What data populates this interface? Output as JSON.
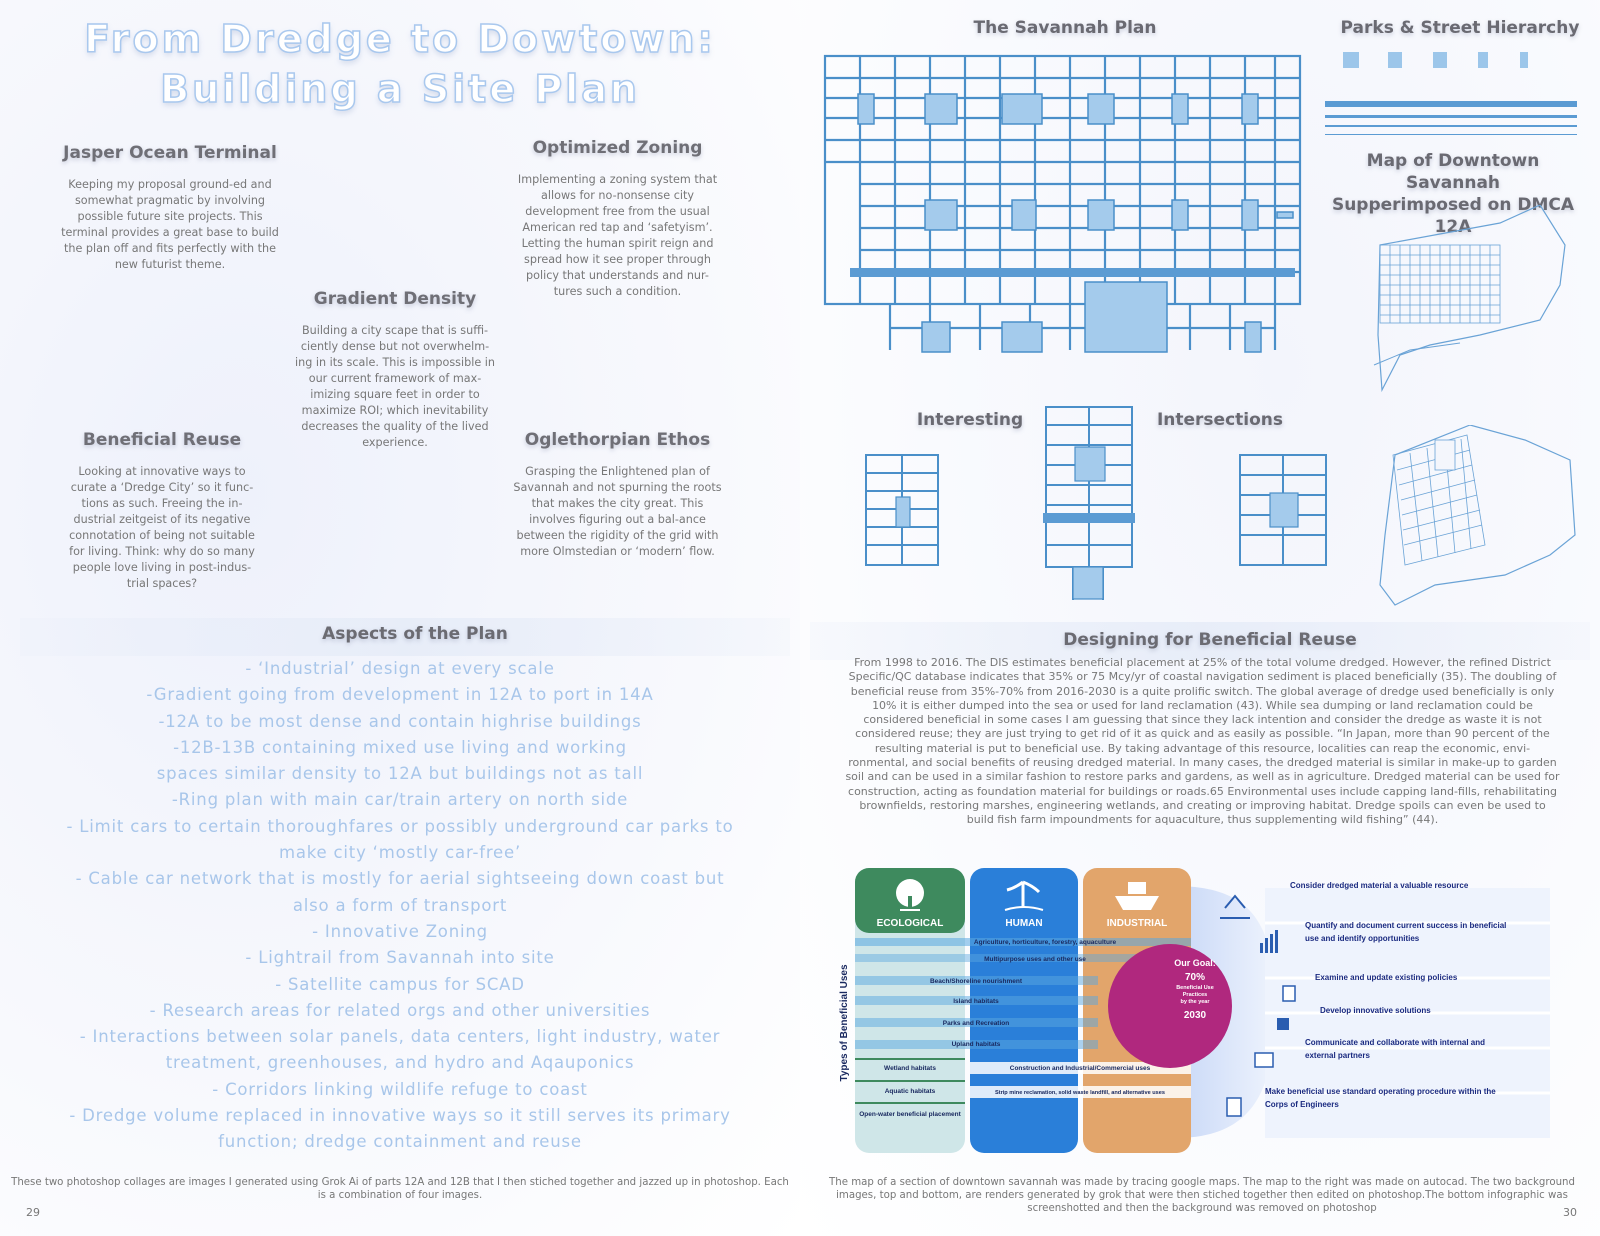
{
  "left_page": {
    "title": "From Dredge to Dowtown: Building a Site Plan",
    "blurbs": {
      "jasper": {
        "heading": "Jasper Ocean Terminal",
        "body": "Keeping my proposal ground-ed and somewhat pragmatic by involving possible future site projects. This terminal provides a great base to build the plan off and fits perfectly with the new futurist theme."
      },
      "zoning": {
        "heading": "Optimized Zoning",
        "body": "Implementing a zoning system that allows for no-nonsense city development free from the usual American red tap and ‘safetyism’. Letting the human spirit reign and spread how it see proper through policy that understands and nur-tures such a condition."
      },
      "gradient": {
        "heading": "Gradient Density",
        "body": "Building a city scape that is suffi-ciently dense but not overwhelm-ing in its scale. This is impossible in our current framework of max-imizing square feet in order to maximize ROI; which inevitability decreases the quality of the lived experience."
      },
      "reuse": {
        "heading": "Beneficial Reuse",
        "body": "Looking at innovative ways to curate a ‘Dredge City’ so it func-tions as such. Freeing the in-dustrial zeitgeist of its negative connotation of being not suitable for living. Think: why do so many people love living in post-indus-trial spaces?"
      },
      "ethos": {
        "heading": "Oglethorpian Ethos",
        "body": "Grasping the Enlightened plan of Savannah and not spurning the roots that makes the city great. This involves figuring out a bal-ance between the rigidity of the grid with more Olmstedian or ‘modern’ flow."
      }
    },
    "aspects_heading": "Aspects of the Plan",
    "aspects": [
      "- ‘Industrial’ design at every scale",
      "-Gradient going from development in 12A to port in 14A",
      "-12A to be most dense and contain highrise buildings",
      "-12B-13B containing mixed use living and working",
      "spaces similar density to 12A but buildings not as tall",
      "-Ring plan with main car/train artery on north side",
      "- Limit cars to certain thoroughfares or possibly underground car parks to",
      "make city ‘mostly car-free’",
      "- Cable car network that is mostly for aerial sightseeing down coast but",
      "also a form of transport",
      "- Innovative Zoning",
      "- Lightrail from Savannah into site",
      "- Satellite campus for SCAD",
      "- Research areas for related orgs and other universities",
      "- Interactions between solar panels, data centers, light industry, water",
      "treatment, greenhouses, and hydro and Aqauponics",
      "- Corridors linking wildlife refuge to coast",
      "- Dredge volume replaced in innovative ways so it still serves its primary",
      "function; dredge containment and reuse"
    ],
    "footnote": "These two photoshop collages are images I generated using Grok Ai of parts 12A and 12B that I then stiched together and jazzed up in photoshop. Each is a combination of four images.",
    "page_number": "29"
  },
  "right_page": {
    "savannah_plan_heading": "The Savannah Plan",
    "hierarchy_heading": "Parks & Street Hierarchy",
    "map_heading_line1": "Map of Downtown Savannah",
    "map_heading_line2": "Supperimposed on DMCA 12A",
    "interesting_label": "Interesting",
    "intersections_label": "Intersections",
    "reuse_heading": "Designing for Beneficial Reuse",
    "reuse_text": "From 1998 to 2016. The DIS estimates beneficial placement at 25% of the total volume dredged. However, the refined District Specific/QC database indicates that 35% or 75 Mcy/yr of coastal navigation sediment is placed beneficially (35). The doubling of beneficial reuse from 35%-70% from 2016-2030 is a quite prolific switch. The global average of dredge used beneficially is only 10% it is either dumped into the sea or used for land reclamation (43). While sea dumping or land reclamation could be considered beneficial in some cases I am guessing that since they lack intention and consider the dredge as waste it is not considered reuse; they are just trying to get rid of it as quick and as easily as possible. “In Japan, more than 90 percent of the resulting material is put to beneficial use. By taking advantage of this resource, localities can reap the economic, envi-ronmental, and social benefits of reusing dredged material.  In many cases, the dredged material is similar in make-up to garden soil and can be used in a similar fashion to restore parks and gardens, as well as in agriculture. Dredged material can be used for construction, acting as foundation material for buildings or roads.65 Environmental uses include capping land-fills, rehabilitating brownfields, restoring marshes, engineering wetlands, and creating or improving habitat. Dredge spoils can even be used to build fish farm impoundments for aquaculture, thus supplementing wild fishing” (44).",
    "infographic": {
      "axis_label": "Types of Beneficial Uses",
      "columns": [
        {
          "label": "ECOLOGICAL",
          "color": "#3e8a5e"
        },
        {
          "label": "HUMAN",
          "color": "#2a7fd9"
        },
        {
          "label": "INDUSTRIAL",
          "color": "#e2a56b"
        }
      ],
      "uses": [
        "Agriculture, horticulture, forestry, aquaculture",
        "Multipurpose uses and other use",
        "Beach/Shoreline nourishment",
        "Island habitats",
        "Parks and Recreation",
        "Upland habitats",
        "Wetland habitats",
        "Construction and Industrial/Commercial uses",
        "Aquatic habitats",
        "Strip mine reclamation, solid waste landfill, and alternative uses",
        "Open-water beneficial placement"
      ],
      "goal_title": "Our Goal:",
      "goal_value": "70%",
      "goal_sub1": "Beneficial Use",
      "goal_sub2": "Practices",
      "goal_sub3": "by the year",
      "goal_year": "2030",
      "actions": [
        "Consider dredged material a valuable resource",
        "Quantify and document current success in beneficial",
        "use and identify opportunities",
        "Examine and update existing policies",
        "Develop innovative solutions",
        "Communicate and collaborate with internal and",
        "external partners",
        "Make beneficial use standard operating procedure within the",
        "Corps of Engineers"
      ]
    },
    "footnote": "The map of a section of downtown savannah was made by tracing google maps. The map to the right was made on autocad. The two background images, top and bottom, are renders generated by grok that were then stiched together then edited on photoshop.The bottom infographic was screenshotted and then the background was removed on photoshop",
    "page_number": "30"
  },
  "colors": {
    "grid_blue": "#4a8fc9",
    "square_blue": "#a4cbec",
    "aspects_text": "#a8c6ea",
    "goal_magenta": "#b0287e"
  }
}
